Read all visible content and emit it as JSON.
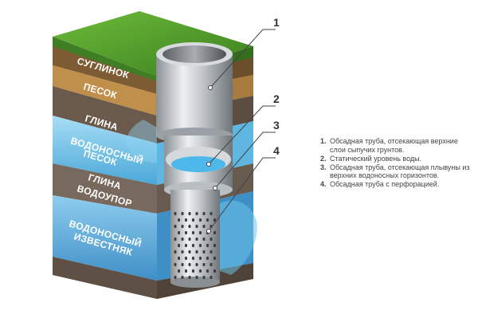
{
  "layers": {
    "loam": "СУГЛИНОК",
    "sand": "ПЕСОК",
    "clay": "ГЛИНА",
    "aquifer_sand_line1": "ВОДОНОСНЫЙ",
    "aquifer_sand_line2": "ПЕСОК",
    "clay_aquitard_line1": "ГЛИНА",
    "clay_aquitard_line2": "ВОДОУПОР",
    "aquifer_limestone_line1": "ВОДОНОСНЫЙ",
    "aquifer_limestone_line2": "ИЗВЕСТНЯК"
  },
  "callouts": [
    "1",
    "2",
    "3",
    "4"
  ],
  "legend": [
    {
      "num": "1.",
      "text": "Обсадная труба, отсекающая верхние слои сыпучих грунтов."
    },
    {
      "num": "2.",
      "text": "Статический уровень воды."
    },
    {
      "num": "3.",
      "text": "Обсадная труба, отсекающая плывуны из верхних водоносных горизонтов."
    },
    {
      "num": "4.",
      "text": "Обсадная труба с перфорацией."
    }
  ],
  "colors": {
    "grass": "#4c9a2a",
    "loam": "#8a6a3c",
    "sand": "#c79a56",
    "clay": "#6e5e50",
    "water": "#6cc3e8",
    "aquitard": "#7a6e62",
    "limestone": "#5b9fcf",
    "pipe": "#c8ccd0"
  }
}
